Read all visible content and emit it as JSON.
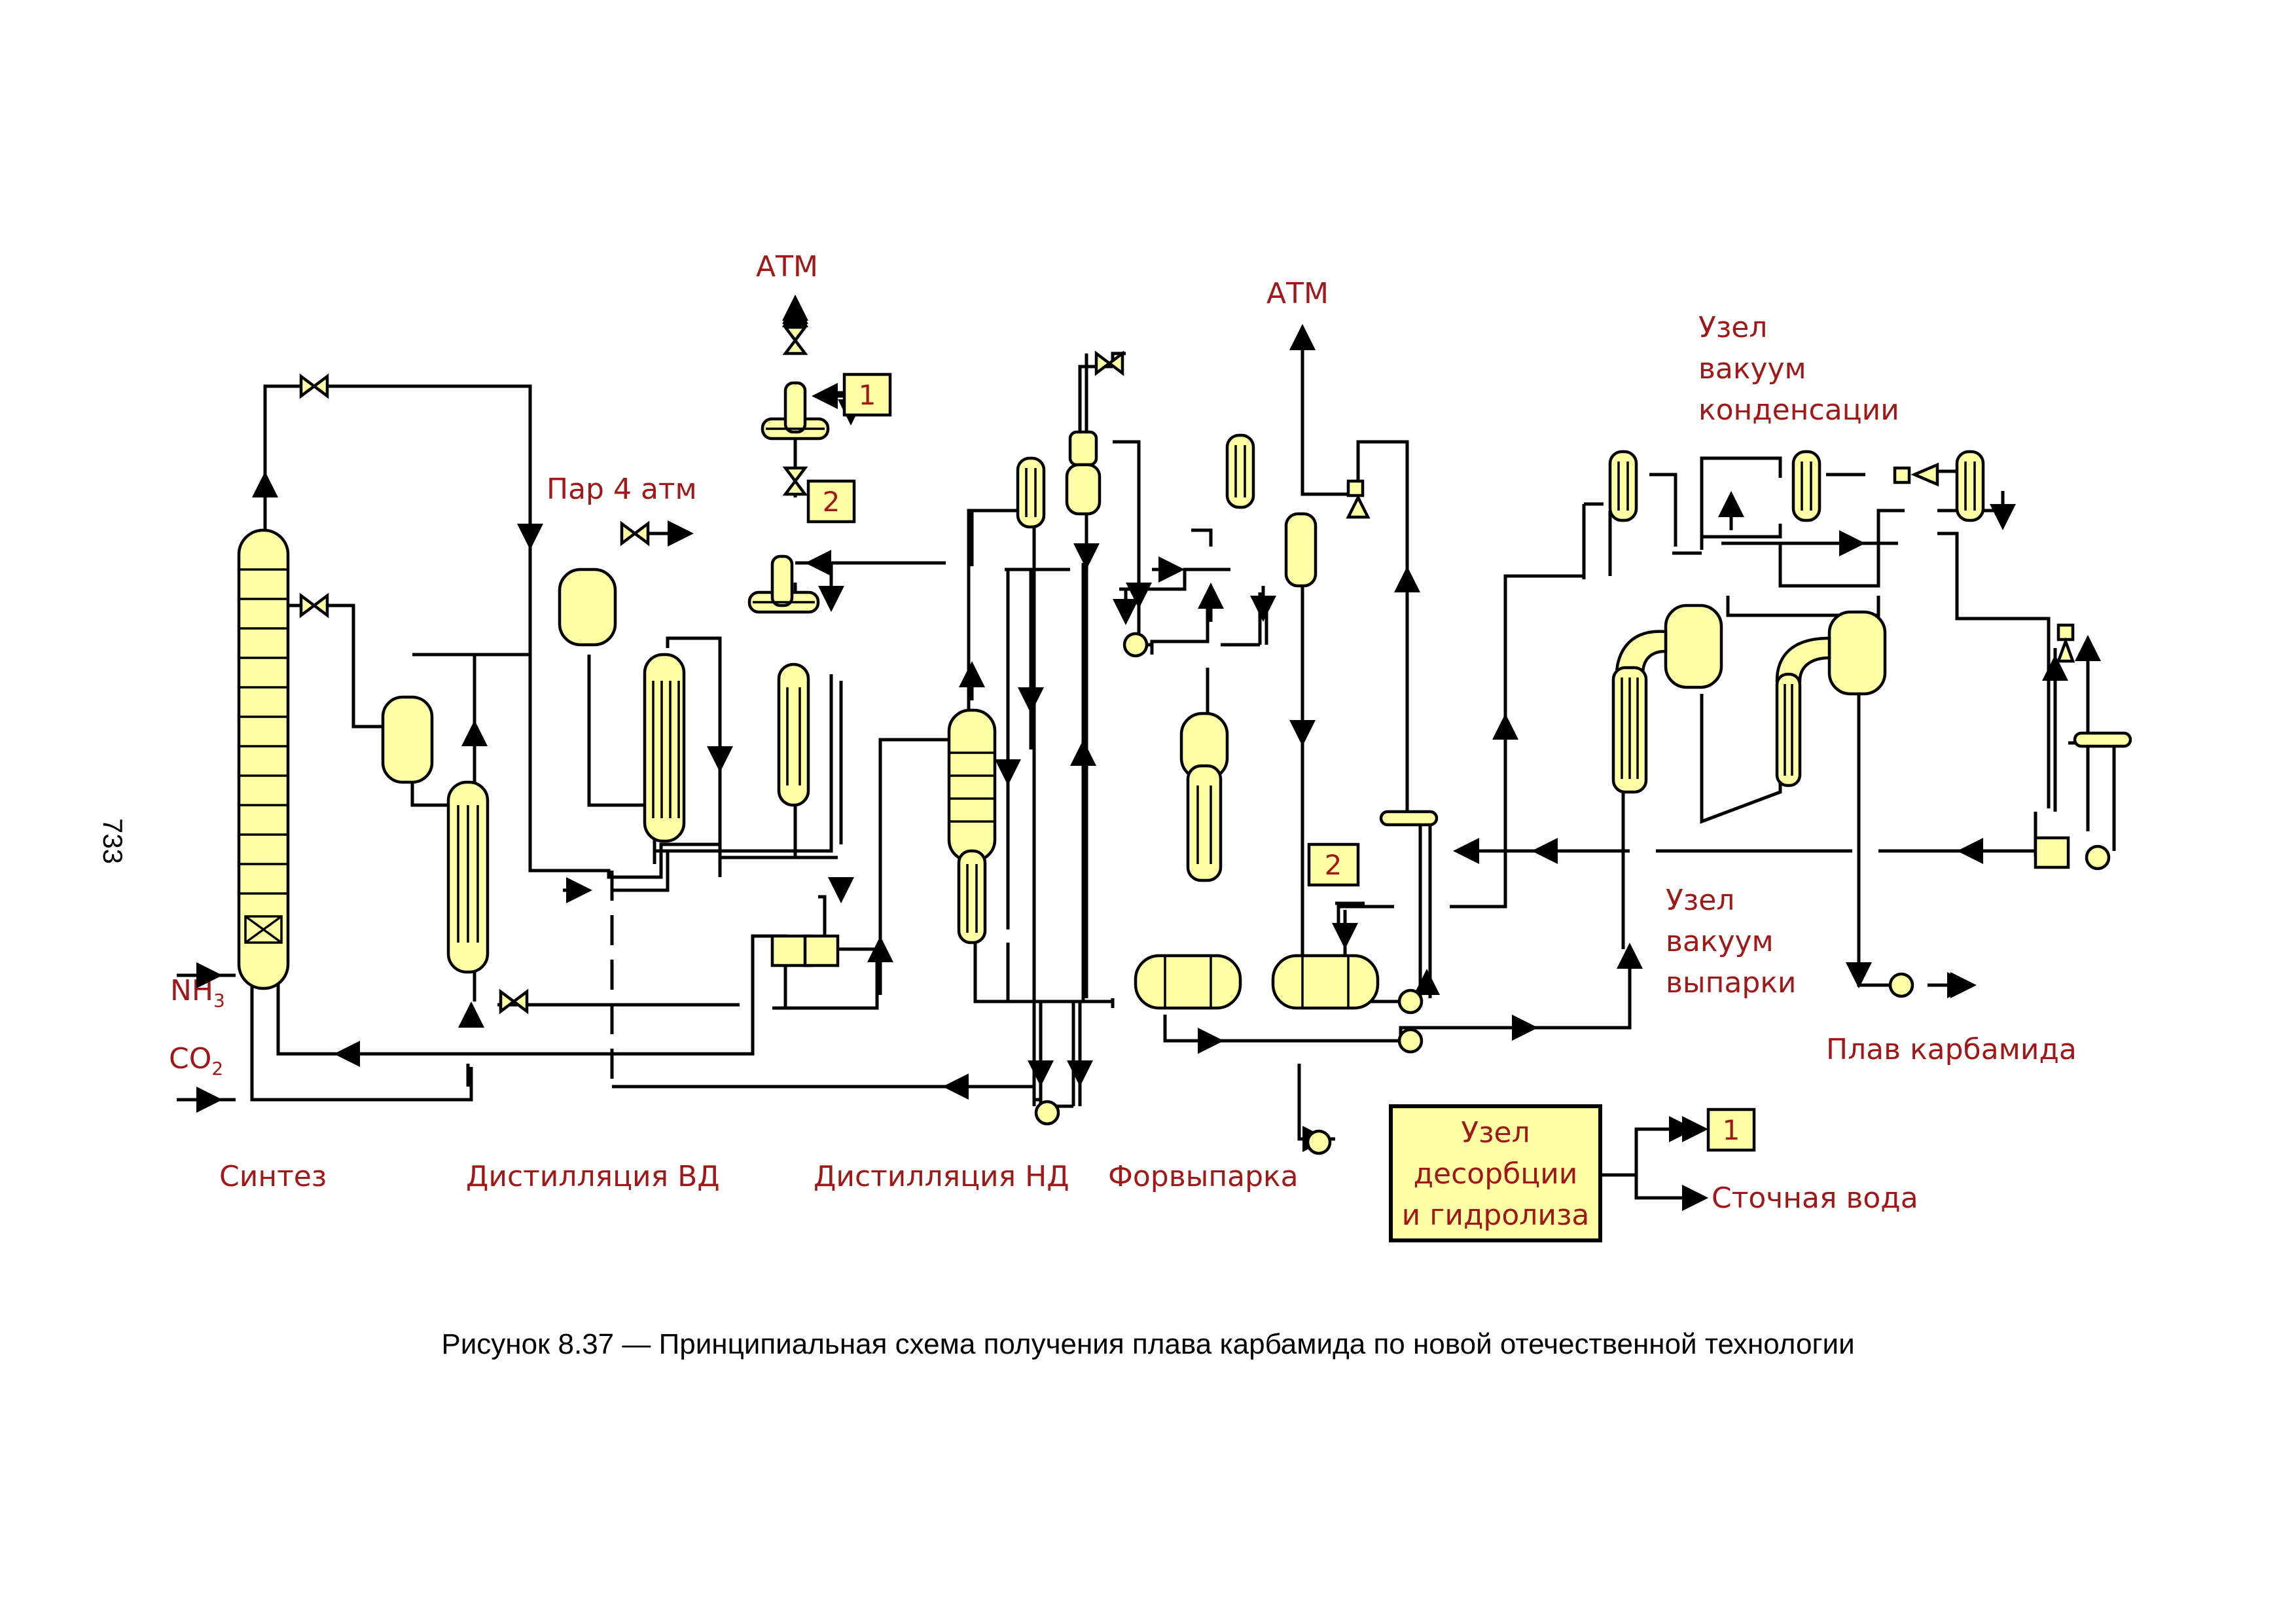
{
  "colors": {
    "label": "#A01818",
    "equipment": "#FFFFA6",
    "stroke": "#000000"
  },
  "page_number": "733",
  "caption": "Рисунок 8.37 — Принципиальная схема получения плава карбамида по новой отечественной технологии",
  "labels": {
    "atm_left": "АТМ",
    "atm_right": "АТМ",
    "steam": "Пар 4 атм",
    "nh3": "NH",
    "nh3_sub": "3",
    "co2": "CO",
    "co2_sub": "2",
    "vac_cond": [
      "Узел",
      "вакуум",
      "конденсации"
    ],
    "vac_evap": [
      "Узел",
      "вакуум",
      "выпарки"
    ],
    "melt": "Плав карбамида",
    "waste_water": "Сточная вода"
  },
  "sections": [
    "Синтез",
    "Дистилляция ВД",
    "Дистилляция НД",
    "Форвыпарка"
  ],
  "desorption_box": [
    "Узел",
    "десорбции",
    "и гидролиза"
  ],
  "markers": {
    "m1_top": "1",
    "m2_top": "2",
    "m2_mid": "2",
    "m1_right": "1"
  }
}
